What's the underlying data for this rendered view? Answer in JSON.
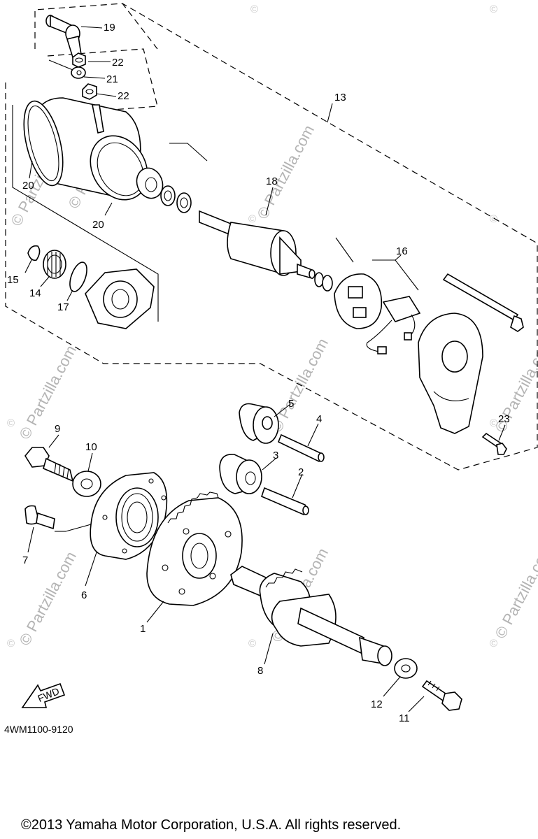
{
  "diagram": {
    "callouts": [
      "1",
      "2",
      "3",
      "4",
      "5",
      "6",
      "7",
      "8",
      "9",
      "10",
      "11",
      "12",
      "13",
      "14",
      "15",
      "16",
      "17",
      "18",
      "19",
      "20",
      "20",
      "21",
      "22",
      "22",
      "23"
    ],
    "fwd_label": "FWD",
    "reference_code": "4WM1100-9120",
    "watermark": "© Partzilla.com",
    "watermark_small": "©",
    "copyright": "©2013 Yamaha Motor Corporation, U.S.A. All rights reserved."
  }
}
